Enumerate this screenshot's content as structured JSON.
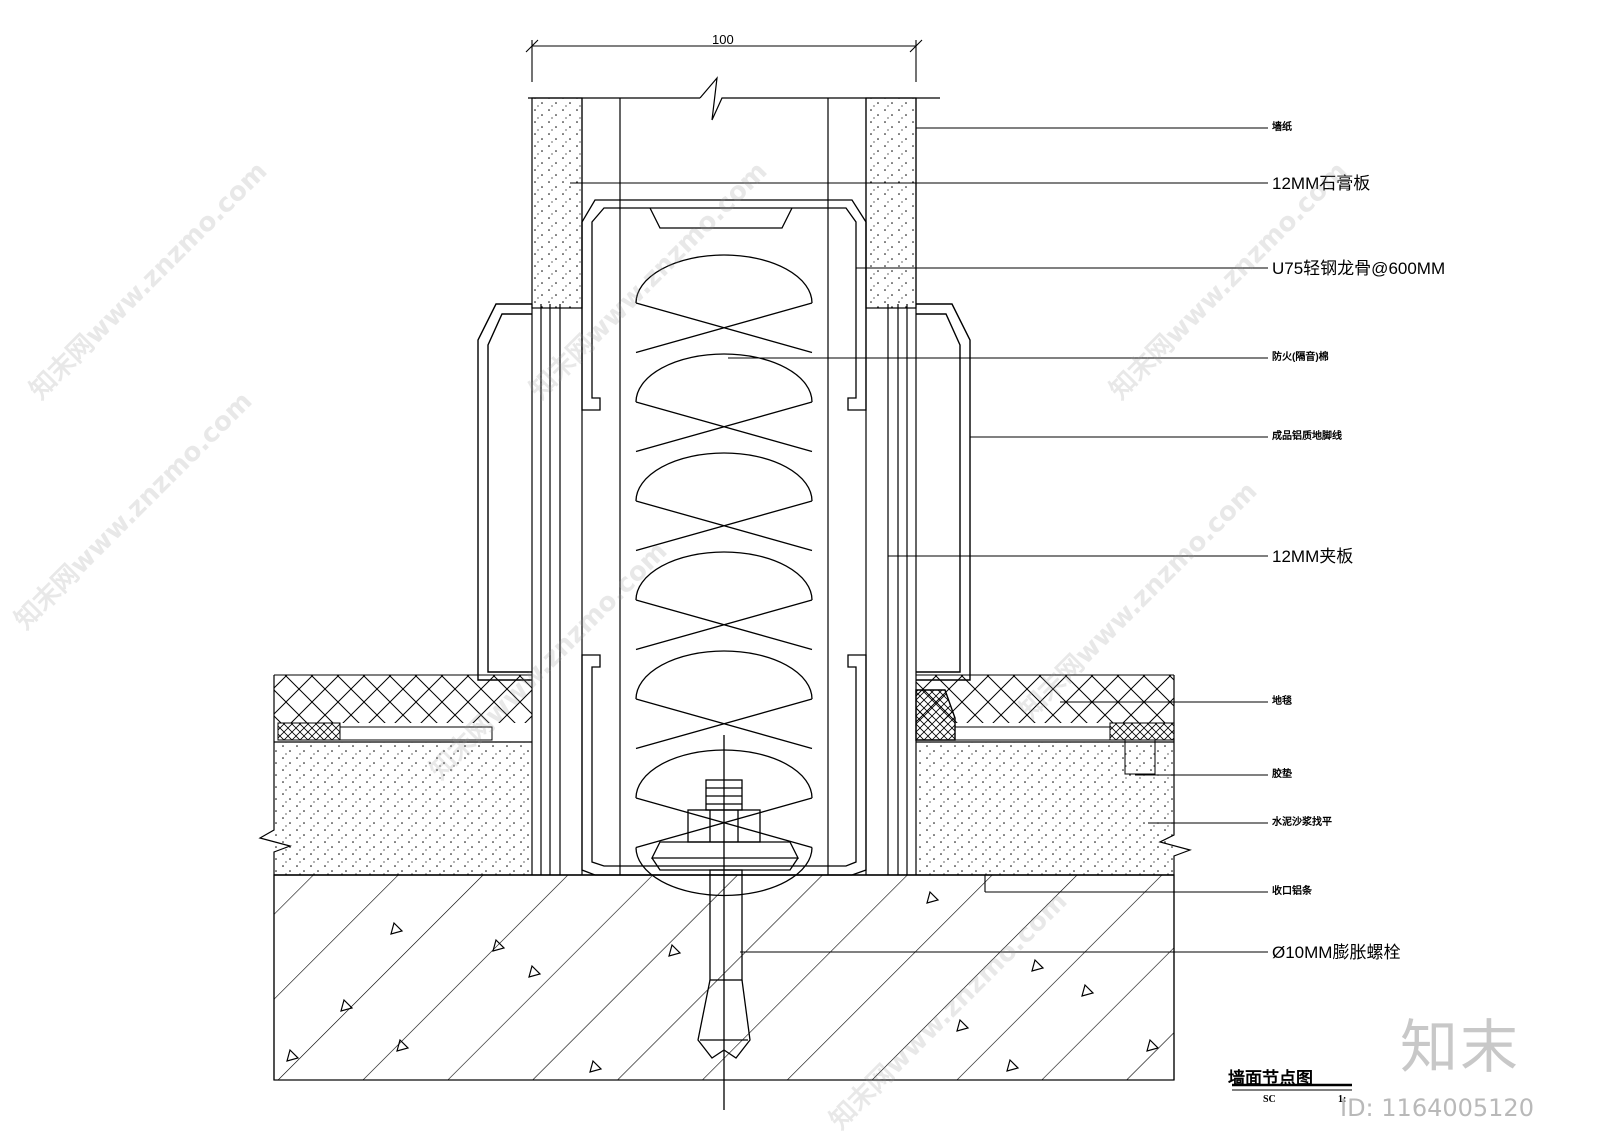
{
  "dimension": "100",
  "labels": [
    "墙纸",
    "12MM石膏板",
    "U75轻钢龙骨@600MM",
    "防火(隔音)棉",
    "成品铝质地脚线",
    "12MM夹板",
    "地毯",
    "胶垫",
    "水泥沙浆找平",
    "收口铝条",
    "Ø10MM膨胀螺栓"
  ],
  "title": "墙面节点图",
  "scale_left": "SC",
  "scale_right": "1:",
  "brand": "知末",
  "id_text": "ID: 1164005120",
  "watermark": "知末网www.znzmo.com",
  "colors": {
    "line": "#000000",
    "watermark": "#c8c8c8"
  }
}
